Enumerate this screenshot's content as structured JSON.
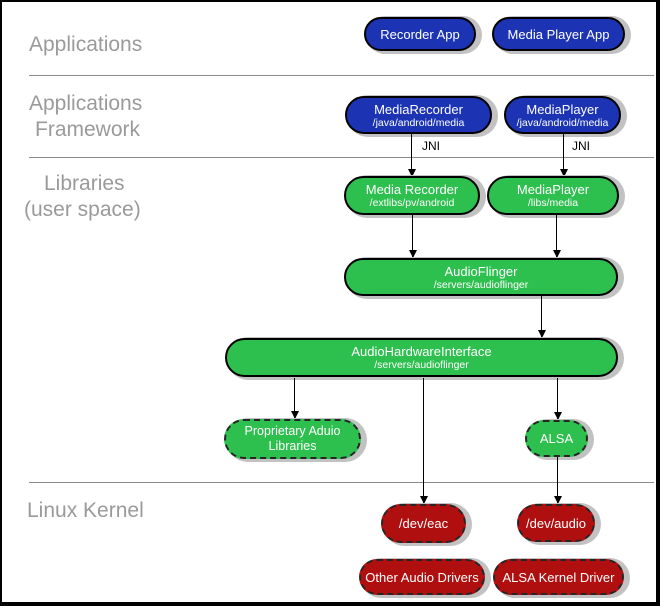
{
  "colors": {
    "blue": "#1c34b3",
    "green": "#2ec04f",
    "red": "#b00f0f",
    "label": "#9a9a9a",
    "divider": "#8c8c8c",
    "shadow": "#c2c2c2"
  },
  "sections": {
    "applications": {
      "line1": "Applications"
    },
    "framework": {
      "line1": "Applications",
      "line2": "Framework"
    },
    "libraries": {
      "line1": "Libraries",
      "line2": "(user space)"
    },
    "kernel": {
      "line1": "Linux Kernel"
    }
  },
  "nodes": {
    "recorder_app": {
      "title": "Recorder App"
    },
    "media_player_app": {
      "title": "Media Player App"
    },
    "media_recorder_fw": {
      "title": "MediaRecorder",
      "subtitle": "/java/android/media"
    },
    "media_player_fw": {
      "title": "MediaPlayer",
      "subtitle": "/java/android/media"
    },
    "media_recorder_lib": {
      "title": "Media Recorder",
      "subtitle": "/extlibs/pv/android"
    },
    "media_player_lib": {
      "title": "MediaPlayer",
      "subtitle": "/libs/media"
    },
    "audio_flinger": {
      "title": "AudioFlinger",
      "subtitle": "/servers/audioflinger"
    },
    "audio_hardware_interface": {
      "title": "AudioHardwareInterface",
      "subtitle": "/servers/audioflinger"
    },
    "proprietary_audio_libraries": {
      "title": "Proprietary Aduio",
      "subtitle": "Libraries"
    },
    "alsa": {
      "title": "ALSA"
    },
    "dev_eac": {
      "title": "/dev/eac"
    },
    "dev_audio": {
      "title": "/dev/audio"
    },
    "other_audio_drivers": {
      "title": "Other Audio Drivers"
    },
    "alsa_kernel_driver": {
      "title": "ALSA Kernel Driver"
    }
  },
  "edge_labels": {
    "jni": "JNI"
  }
}
